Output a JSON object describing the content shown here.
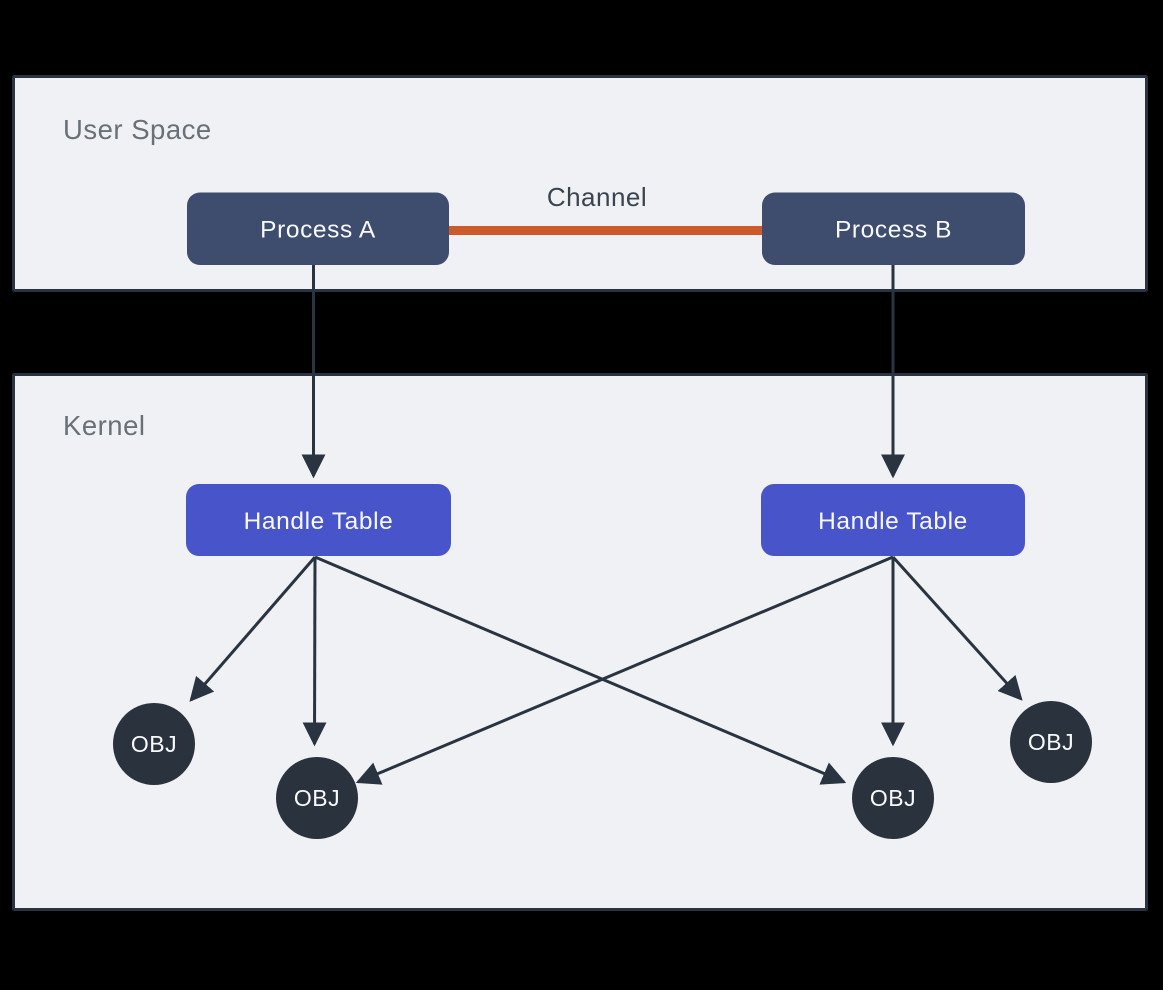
{
  "user_space": {
    "label": "User Space",
    "process_a_label": "Process A",
    "process_b_label": "Process B",
    "channel_label": "Channel"
  },
  "kernel": {
    "label": "Kernel",
    "handle_table_a_label": "Handle Table",
    "handle_table_b_label": "Handle Table",
    "obj_labels": [
      "OBJ",
      "OBJ",
      "OBJ",
      "OBJ"
    ]
  },
  "colors": {
    "canvas_background": "#000000",
    "panel_background": "#f0f1f4",
    "panel_border": "#2a3340",
    "process_box": "#3e4c6e",
    "handle_table_box": "#4754ca",
    "obj_circle": "#2a323e",
    "channel_line": "#cd5a2b",
    "arrow": "#2a3340",
    "section_label_text": "#697078",
    "channel_label_text": "#3a4350",
    "box_text": "#f8f9fb"
  }
}
